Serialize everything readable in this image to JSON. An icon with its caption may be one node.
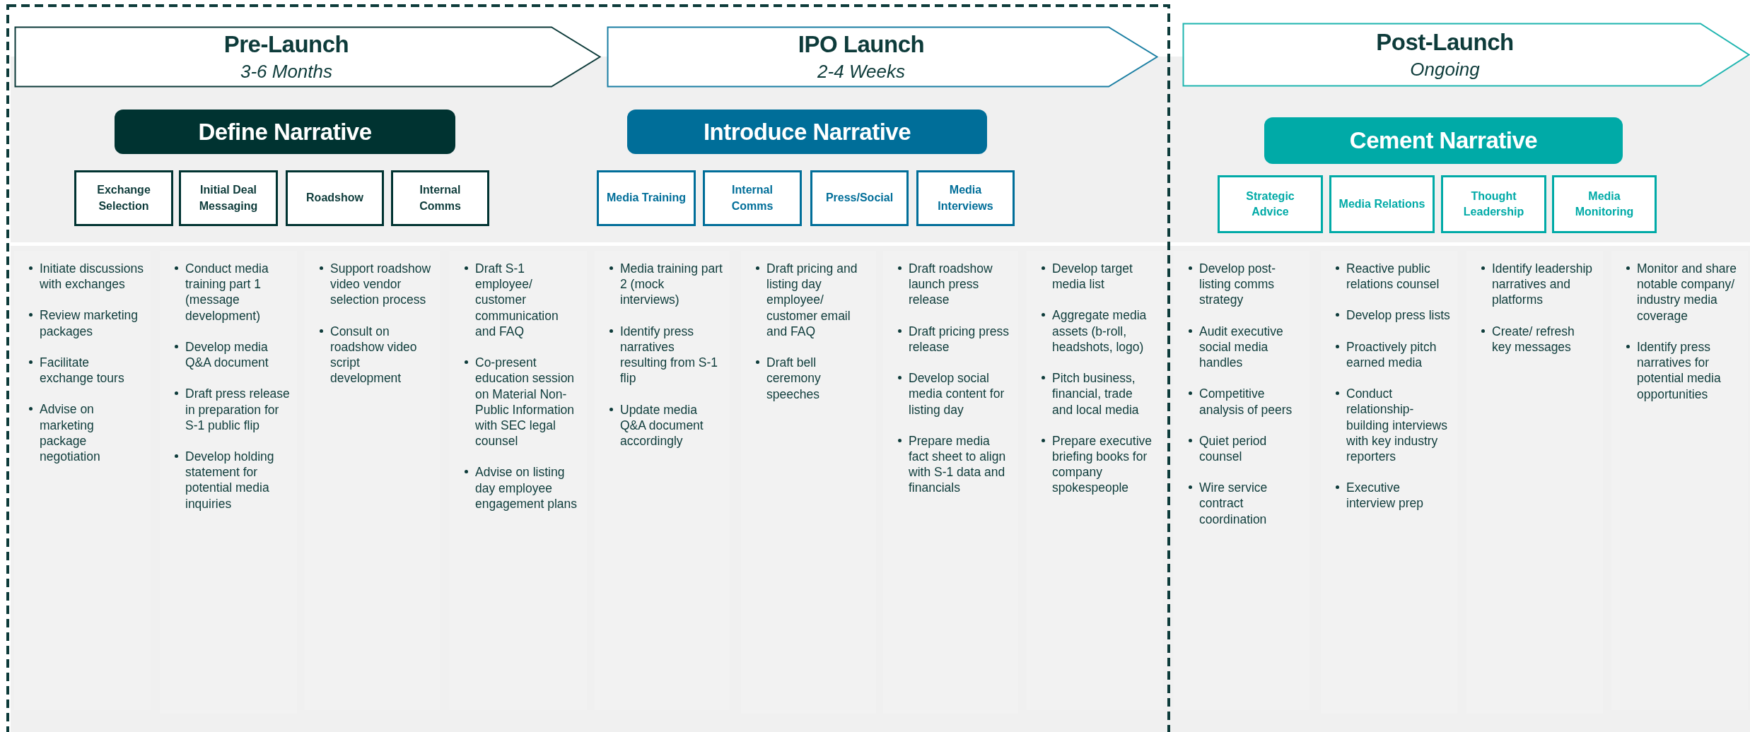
{
  "diagram": {
    "nodes": [
      {
        "text": [
          "Pre-Launch",
          "3-6 Months"
        ]
      },
      {
        "text": [
          "IPO Launch",
          "2-4 Weeks"
        ]
      },
      {
        "text": [
          "Post-Launch",
          "Ongoing"
        ]
      },
      {
        "text": [
          "Define Narrative"
        ]
      },
      {
        "text": [
          "Introduce Narrative"
        ]
      },
      {
        "text": [
          "Cement Narrative"
        ]
      },
      {
        "text": [
          "Exchange Selection"
        ]
      },
      {
        "text": [
          "Initial Deal Messaging"
        ]
      },
      {
        "text": [
          "Roadshow"
        ]
      },
      {
        "text": [
          "Internal Comms"
        ]
      },
      {
        "text": [
          "Media Training"
        ]
      },
      {
        "text": [
          "Internal Comms"
        ]
      },
      {
        "text": [
          "Press/Social"
        ]
      },
      {
        "text": [
          "Media Interviews"
        ]
      },
      {
        "text": [
          "Strategic Advice"
        ]
      },
      {
        "text": [
          "Media Relations"
        ]
      },
      {
        "text": [
          "Thought Leadership"
        ]
      },
      {
        "text": [
          "Media Monitoring"
        ]
      },
      {
        "text": [
          "Initiate discussions with exchanges",
          "Review marketing packages",
          "Facilitate exchange tours",
          "Advise on marketing package negotiation"
        ]
      },
      {
        "text": [
          "Conduct media training part 1 (message development)",
          "Develop media Q&A document",
          "Draft press release in preparation for S-1 public flip",
          "Develop holding statement for potential media inquiries"
        ]
      },
      {
        "text": [
          "Support roadshow video vendor selection process",
          "Consult on roadshow video script development"
        ]
      },
      {
        "text": [
          "Draft S-1 employee/ customer communication and FAQ",
          "Co-present education session on Material Non-Public Information with SEC legal counsel",
          "Advise on listing day employee engagement plans"
        ]
      },
      {
        "text": [
          "Media training part 2 (mock interviews)",
          "Identify press narratives resulting from S-1 flip",
          "Update media Q&A document accordingly"
        ]
      },
      {
        "text": [
          "Draft pricing and listing day employee/ customer email and FAQ",
          "Draft bell ceremony speeches"
        ]
      },
      {
        "text": [
          "Draft roadshow launch press release",
          "Draft pricing press release",
          "Develop social media content for listing day",
          "Prepare media fact sheet to align with S-1 data and financials"
        ]
      },
      {
        "text": [
          "Develop target media list",
          "Aggregate media assets (b-roll, headshots, logo)",
          "Pitch business, financial, trade and local media",
          "Prepare executive briefing books for company spokespeople"
        ]
      },
      {
        "text": [
          "Develop post-listing comms strategy",
          "Audit executive social media handles",
          "Competitive analysis of peers",
          "Quiet period counsel",
          "Wire service contract coordination"
        ]
      },
      {
        "text": [
          "Reactive public relations counsel",
          "Develop press lists",
          "Proactively pitch earned media",
          "Conduct relationship-building interviews with key industry reporters",
          "Executive interview prep"
        ]
      },
      {
        "text": [
          "Identify leadership narratives and platforms",
          "Create/ refresh key messages"
        ]
      },
      {
        "text": [
          "Monitor and share notable company/ industry media coverage",
          "Identify press narratives for potential media opportunities"
        ]
      }
    ]
  }
}
